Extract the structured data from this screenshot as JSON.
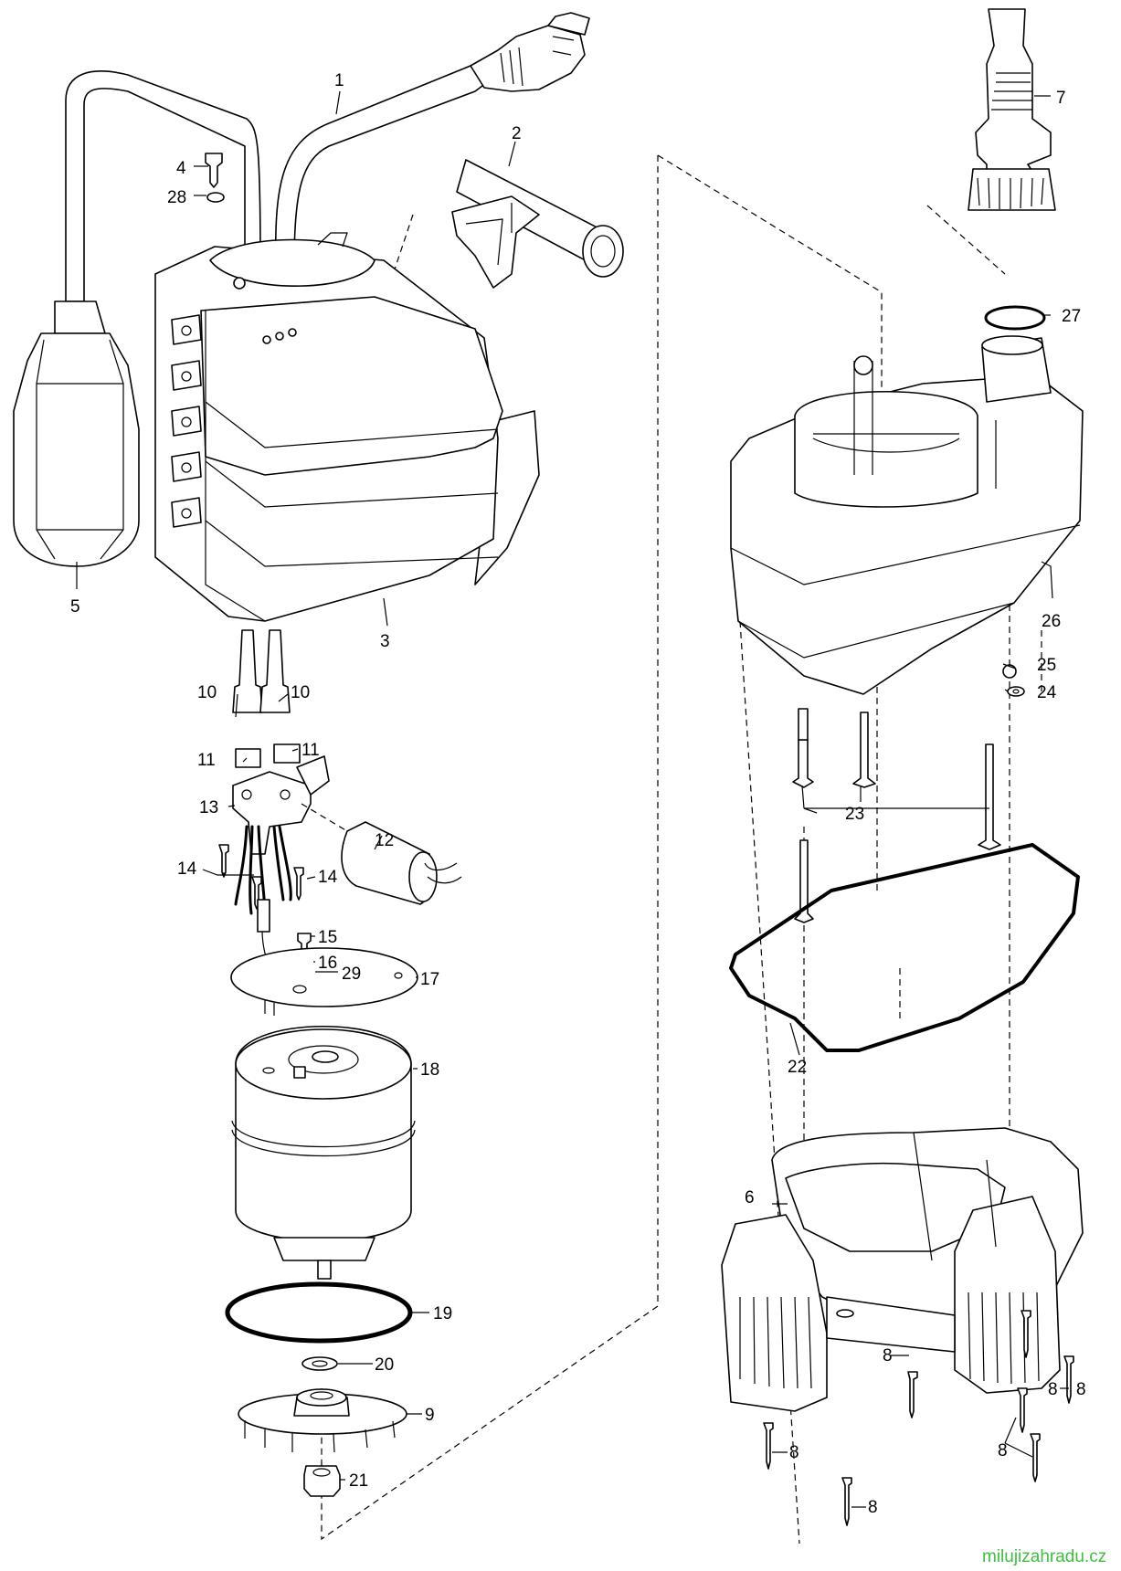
{
  "labels": {
    "p1": "1",
    "p2": "2",
    "p3": "3",
    "p4": "4",
    "p5": "5",
    "p6": "6",
    "p7": "7",
    "p8a": "8",
    "p8b": "8",
    "p8c": "8",
    "p8d": "8",
    "p8e": "8",
    "p8f": "8",
    "p9": "9",
    "p10a": "10",
    "p10b": "10",
    "p11a": "11",
    "p11b": "11",
    "p12": "12",
    "p13": "13",
    "p14a": "14",
    "p14b": "14",
    "p15": "15",
    "p16": "16",
    "p17": "17",
    "p18": "18",
    "p19": "19",
    "p20": "20",
    "p21": "21",
    "p22": "22",
    "p23": "23",
    "p24": "24",
    "p25": "25",
    "p26": "26",
    "p27": "27",
    "p28": "28",
    "p29": "29"
  },
  "watermark": "milujizahradu.cz",
  "colors": {
    "line": "#000000",
    "watermark": "#3fbf3f"
  }
}
